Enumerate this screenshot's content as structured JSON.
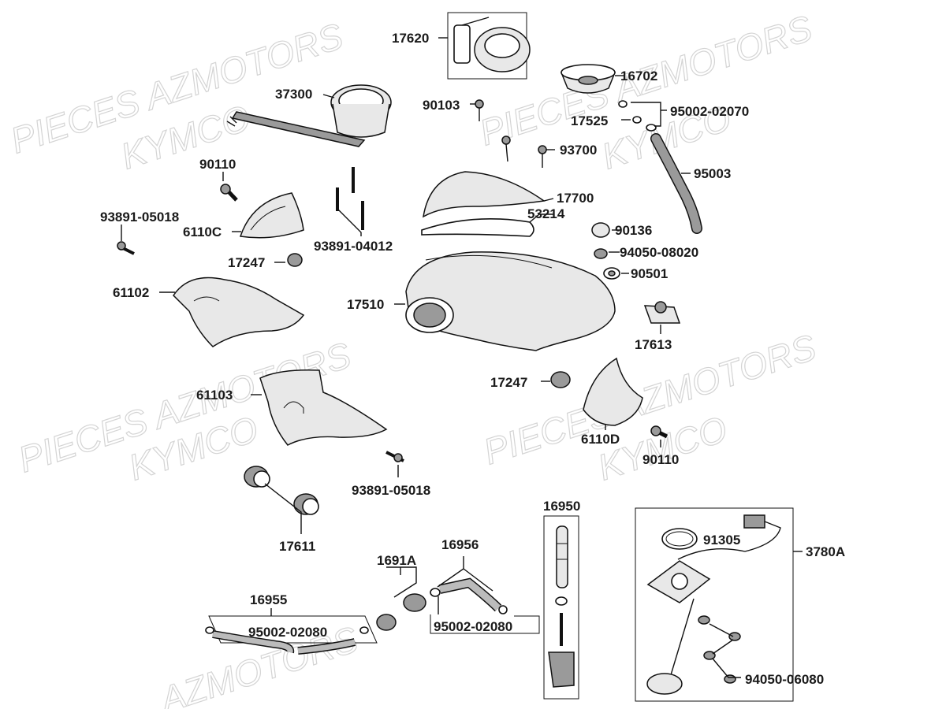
{
  "watermarks": [
    "PIECES AZMOTORS",
    "KYMCO",
    "PIECES AZMOTORS",
    "KYMCO",
    "PIECES AZMOTORS",
    "KYMCO",
    "PIECES AZMOTORS",
    "KYMCO",
    "AZMOTORS"
  ],
  "labels": {
    "p17620": "17620",
    "p16702": "16702",
    "p37300": "37300",
    "p90103": "90103",
    "p17525": "17525",
    "p95002_02070": "95002-02070",
    "p93700": "93700",
    "p90110_a": "90110",
    "p95003": "95003",
    "p17700": "17700",
    "p53214": "53214",
    "p93891_05018_a": "93891-05018",
    "p6110C": "6110C",
    "p90136": "90136",
    "p93891_04012": "93891-04012",
    "p94050_08020": "94050-08020",
    "p17247_a": "17247",
    "p90501": "90501",
    "p61102": "61102",
    "p17510": "17510",
    "p17613": "17613",
    "p17247_b": "17247",
    "p61103": "61103",
    "p6110D": "6110D",
    "p90110_b": "90110",
    "p93891_05018_b": "93891-05018",
    "p16950": "16950",
    "p91305": "91305",
    "p16956": "16956",
    "p3780A": "3780A",
    "p17611": "17611",
    "p1691A": "1691A",
    "p16955": "16955",
    "p95002_02080_a": "95002-02080",
    "p95002_02080_b": "95002-02080",
    "p94050_06080": "94050-06080"
  }
}
